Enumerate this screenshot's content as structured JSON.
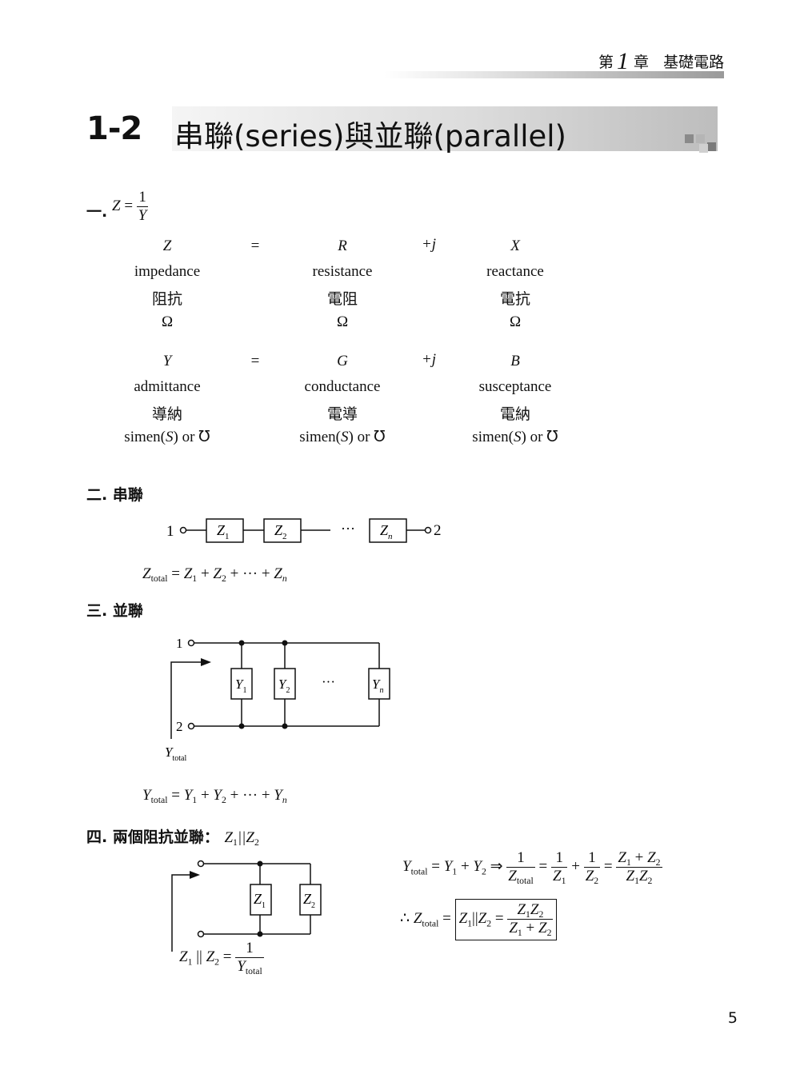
{
  "header": {
    "chapter_prefix": "第",
    "chapter_number": "1",
    "chapter_suffix": "章",
    "chapter_title": "基礎電路"
  },
  "section": {
    "number": "1-2",
    "title": "串聯(series)與並聯(parallel)"
  },
  "part1": {
    "label": "一.",
    "formula_lhs": "Z",
    "formula_num": "1",
    "formula_den": "Y",
    "impedance_row": {
      "symbols": [
        "Z",
        "=",
        "R",
        "+j",
        "X"
      ],
      "english": [
        "impedance",
        "resistance",
        "reactance"
      ],
      "chinese": [
        "阻抗",
        "電阻",
        "電抗"
      ],
      "units": [
        "Ω",
        "Ω",
        "Ω"
      ]
    },
    "admittance_row": {
      "symbols": [
        "Y",
        "=",
        "G",
        "+j",
        "B"
      ],
      "english": [
        "admittance",
        "conductance",
        "susceptance"
      ],
      "chinese": [
        "導納",
        "電導",
        "電納"
      ],
      "units": [
        "simen(S) or ℧",
        "simen(S) or ℧",
        "simen(S) or ℧"
      ]
    }
  },
  "part2": {
    "heading": "二. 串聯",
    "circuit_nodes": [
      "1",
      "2"
    ],
    "components": [
      "Z1",
      "Z2",
      "Zn"
    ],
    "ellipsis": "···",
    "formula": "Ztotal = Z1 + Z2 + ··· + Zn"
  },
  "part3": {
    "heading": "三. 並聯",
    "circuit_nodes": [
      "1",
      "2"
    ],
    "components": [
      "Y1",
      "Y2",
      "Yn"
    ],
    "ellipsis": "···",
    "arrow_label": "Ytotal",
    "formula": "Ytotal = Y1 + Y2 + ··· + Yn"
  },
  "part4": {
    "heading": "四. 兩個阻抗並聯：",
    "heading_math": "Z1||Z2",
    "components": [
      "Z1",
      "Z2"
    ],
    "left_formula": "Z1 || Z2 = 1 / Ytotal",
    "right_formula_1": "Ytotal = Y1 + Y2 ⇒ 1/Ztotal = 1/Z1 + 1/Z2 = (Z1+Z2)/(Z1Z2)",
    "right_formula_2": "∴ Ztotal = Z1||Z2 = Z1Z2/(Z1+Z2)"
  },
  "page_number": "5"
}
